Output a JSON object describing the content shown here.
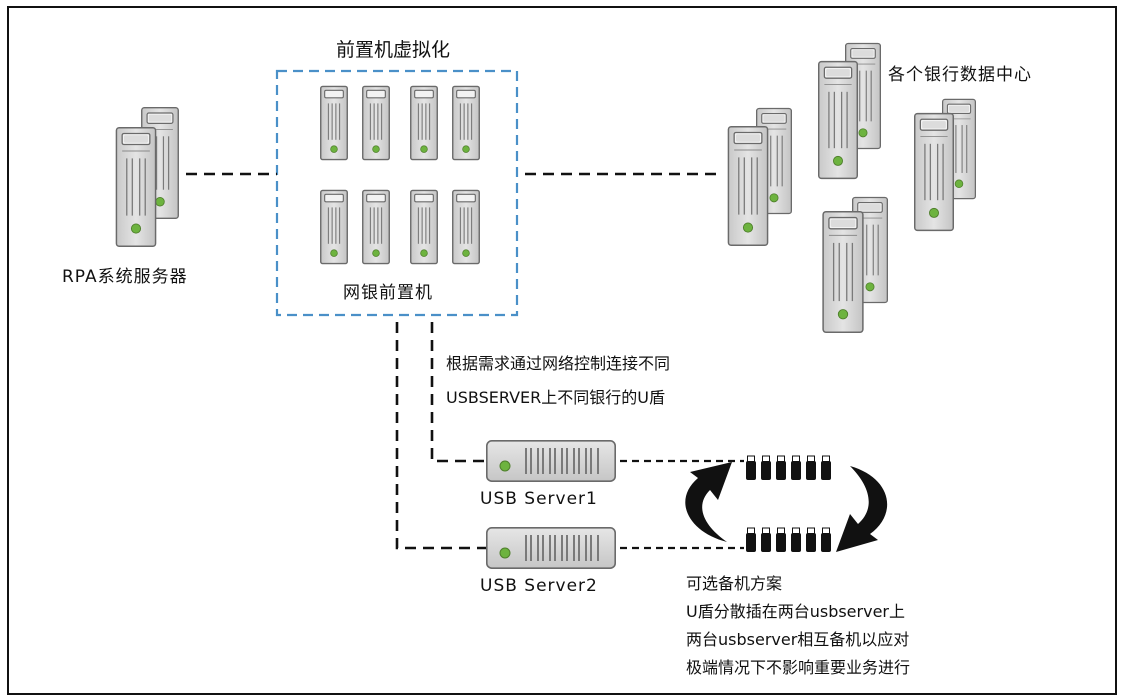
{
  "diagram": {
    "title_virtualization": "前置机虚拟化",
    "label_rpa": "RPA系统服务器",
    "label_frontend": "网银前置机",
    "label_banks": "各个银行数据中心",
    "note_control": [
      "根据需求通过网络控制连接不同",
      "USBSERVER上不同银行的U盾"
    ],
    "label_usb1": "USB Server1",
    "label_usb2": "USB Server2",
    "note_backup": [
      "可选备机方案",
      "U盾分散插在两台usbserver上",
      "两台usbserver相互备机以应对",
      "极端情况下不影响重要业务进行"
    ]
  },
  "colors": {
    "frame": "#111111",
    "dashed_box": "#4a90c8",
    "server_body": "#d7d7d7",
    "server_edge": "#6a6a6a",
    "led": "#6db33f"
  }
}
